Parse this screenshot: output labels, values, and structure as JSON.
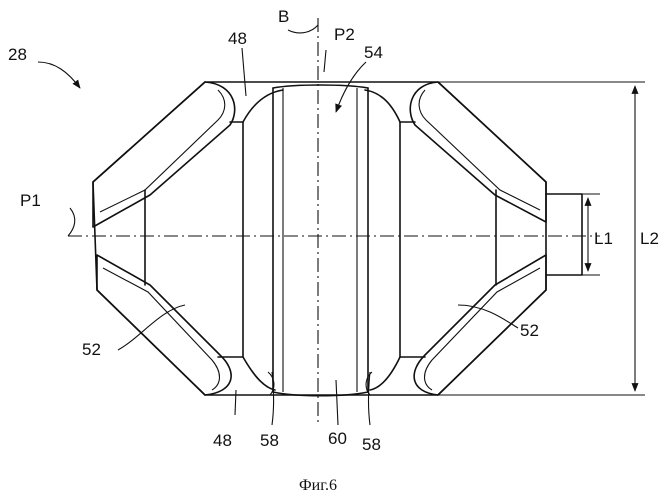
{
  "figure": {
    "caption": "Фиг.6",
    "labels": {
      "assembly": "28",
      "axis_b": "B",
      "plane_p1": "P1",
      "plane_p2": "P2",
      "bore": "54",
      "upper_flat": "48",
      "lower_flat": "48",
      "left_lobe": "52",
      "right_lobe": "52",
      "left_groove": "58",
      "right_groove": "58",
      "bottom_face": "60",
      "dim_small": "L1",
      "dim_large": "L2"
    }
  }
}
